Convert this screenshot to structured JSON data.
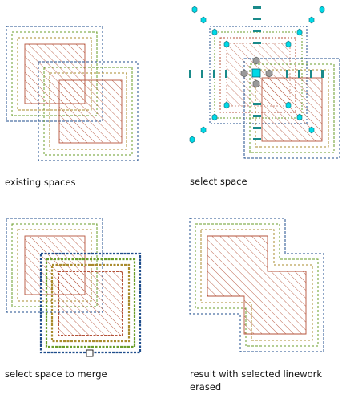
{
  "captions": {
    "existing": "existing spaces",
    "select": "select space",
    "merge": "select space to merge",
    "result_line1": "result with selected linework",
    "result_line2": "erased"
  },
  "colors": {
    "outer": "#1f4e8c",
    "middle": "#6a9e2a",
    "inner": "#a98b2d",
    "hatch": "#b5533b",
    "grip": "#00d9e6",
    "grip_stroke": "#0a6a78",
    "grip_gray": "#9a9a9a"
  }
}
